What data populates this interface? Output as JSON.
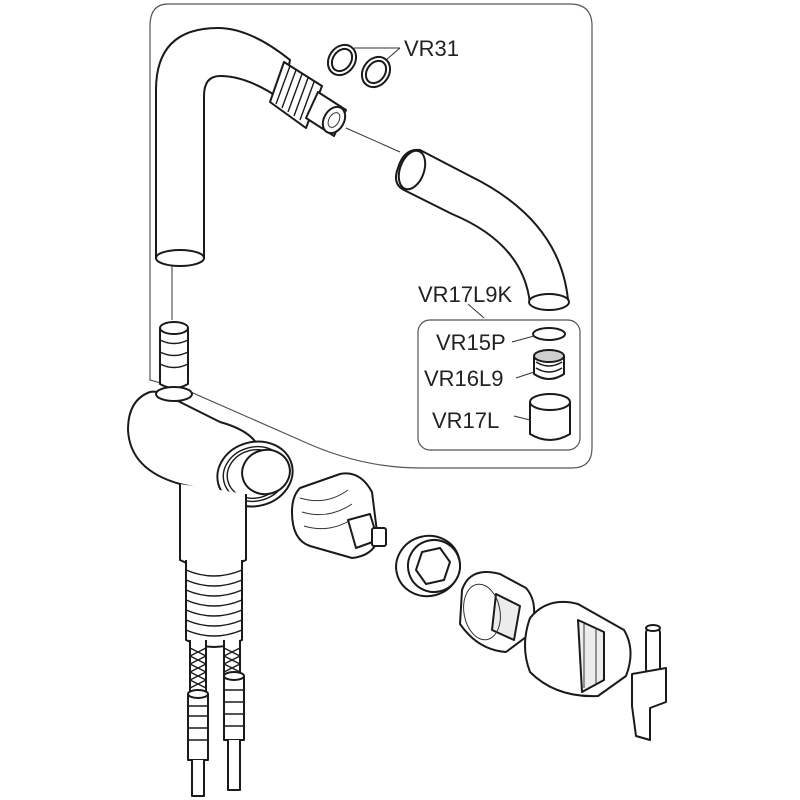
{
  "labels": {
    "vr31": "VR31",
    "vr17l9k": "VR17L9K",
    "vr15p": "VR15P",
    "vr16l9": "VR16L9",
    "vr17l": "VR17L"
  }
}
